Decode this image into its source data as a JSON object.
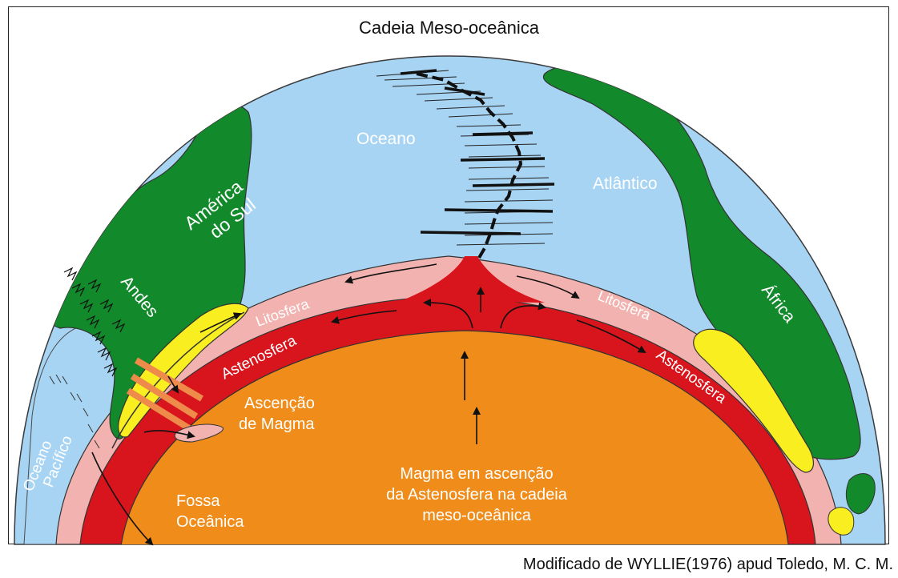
{
  "title": "Cadeia Meso-oceânica",
  "credit": "Modificado de WYLLIE(1976) apud Toledo, M. C. M.",
  "labels": {
    "oceano": "Oceano",
    "atlantico": "Atlântico",
    "america_line1": "América",
    "america_line2": "do Sul",
    "andes": "Andes",
    "africa": "África",
    "litosfera_left": "Litosfera",
    "litosfera_right": "Litosfera",
    "astenosfera_left": "Astenosfera",
    "astenosfera_right": "Astenosfera",
    "ascencao_line1": "Ascenção",
    "ascencao_line2": "de Magma",
    "oceano_pacifico_line1": "Oceano",
    "oceano_pacifico_line2": "Pacífico",
    "fossa_line1": "Fossa",
    "fossa_line2": "Oceânica",
    "magma_line1": "Magma em ascenção",
    "magma_line2": "da Astenosfera na cadeia",
    "magma_line3": "meso-oceânica"
  },
  "colors": {
    "ocean": "#a8d4f4",
    "land": "#128a2c",
    "litosphere": "#f2b3b0",
    "astenosphere": "#d8141c",
    "mantle": "#f08c1a",
    "sediment": "#f8ee20",
    "dike": "#ee8a4a"
  }
}
